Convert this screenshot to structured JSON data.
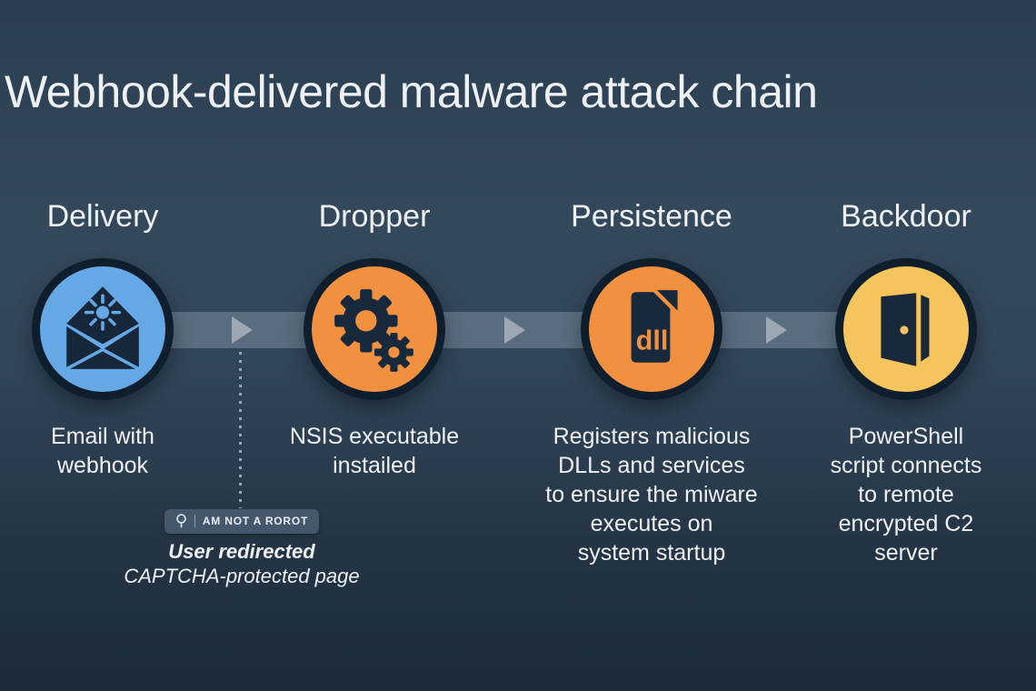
{
  "title": "Webhook-delivered malware attack chain",
  "stages": [
    {
      "label": "Delivery",
      "description": "Email with\nwebhook",
      "icon": "email-webhook-icon",
      "circle_color": "#64a9e5"
    },
    {
      "label": "Dropper",
      "description": "NSIS executable\ninstailed",
      "icon": "gears-icon",
      "circle_color": "#f1913f"
    },
    {
      "label": "Persistence",
      "description": "Registers malicious\nDLLs and services\nto ensure the miware\nexecutes on\nsystem startup",
      "icon": "dll-file-icon",
      "circle_color": "#f1913f"
    },
    {
      "label": "Backdoor",
      "description": "PowerShell\nscript connects\nto remote\nencrypted C2\nserver",
      "icon": "open-door-icon",
      "circle_color": "#f6c45c"
    }
  ],
  "icons": {
    "dll_label": "dll"
  },
  "captcha_note": {
    "badge_icon": "robot-check-icon",
    "badge_label": "AM NOT A ROROT",
    "caption_line1": "User redirected",
    "caption_line2": "CAPTCHA-protected page"
  },
  "colors": {
    "background_top": "#2b3e52",
    "background_bottom": "#1c2a39",
    "connector_band": "#5d6e7d",
    "arrowhead": "#9ba7b2",
    "circle_ring": "#0f1e2c",
    "icon_dark": "#16273a",
    "delivery_blue": "#64a9e5",
    "dropper_orange": "#f1913f",
    "backdoor_amber": "#f6c45c",
    "text": "#edf2f7",
    "badge_background": "#44576b",
    "dotted_line": "#9aa7b3"
  }
}
